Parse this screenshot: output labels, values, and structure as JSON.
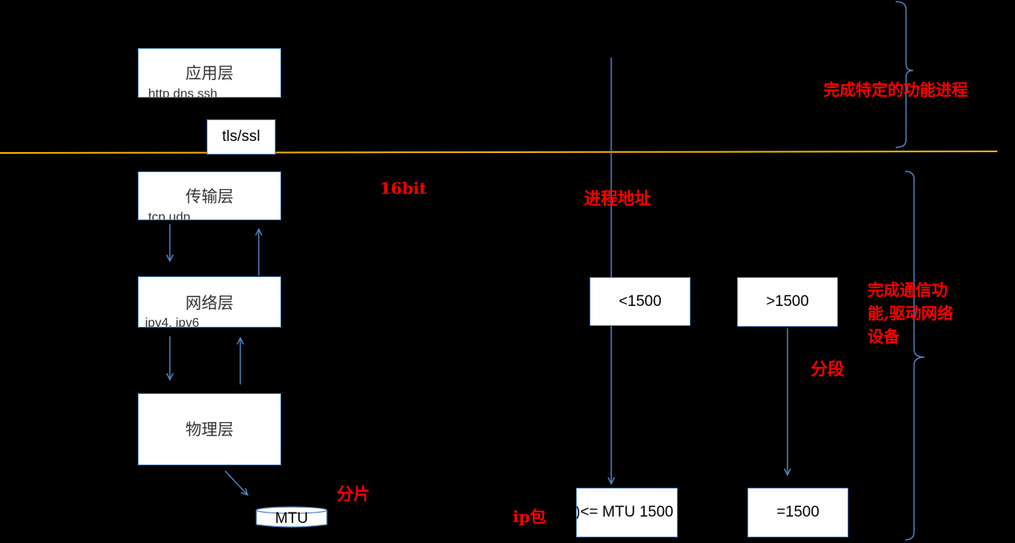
{
  "layers": {
    "application": {
      "label": "应用层",
      "protocols": "http  dns  ssh"
    },
    "tls": {
      "label": "tls/ssl"
    },
    "transport": {
      "label": "传输层",
      "protocols": "tcp  udp"
    },
    "network": {
      "label": "网络层",
      "protocols": "ipv4, ipv6"
    },
    "physical": {
      "label": "物理层"
    },
    "mtu": {
      "label": "MTU"
    }
  },
  "annotations": {
    "bits": "16bit",
    "process_address": "进程地址",
    "fragment": "分片",
    "ip_packet": "ip包",
    "segment": "分段",
    "top_brace_note": "完成特定的功能进程",
    "bottom_brace_note_line1": "完成通信功",
    "bottom_brace_note_line2": "能,驱动网络",
    "bottom_brace_note_line3": "设备"
  },
  "size_boxes": {
    "lt1500": "<1500",
    "gt1500": ">1500",
    "le_mtu": ")<= MTU 1500",
    "eq1500": "=1500"
  },
  "colors": {
    "background": "#000000",
    "box_fill": "#ffffff",
    "arrow": "#4f81bd",
    "divider": "#f4b400",
    "annotation": "#ff0000"
  }
}
